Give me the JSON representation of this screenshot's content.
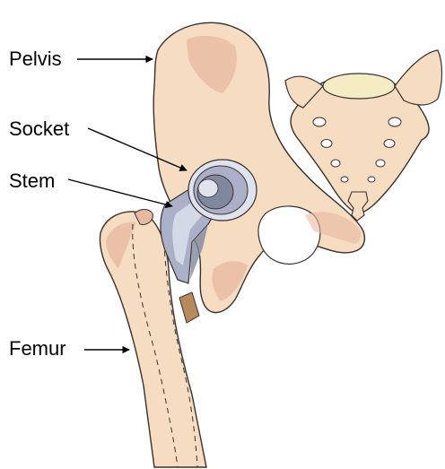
{
  "labels": {
    "pelvis": "Pelvis",
    "socket": "Socket",
    "stem": "Stem",
    "femur": "Femur"
  },
  "colors": {
    "bone": "#f6dcc0",
    "bone_shade": "#e7b9a0",
    "bone_outline": "#3a3030",
    "implant": "#a9b0c8",
    "implant_dark": "#7f889f",
    "implant_light": "#dfe3ee",
    "sacrum_top": "#f4ecc4",
    "marrow": "#b78a5d"
  },
  "icons": {
    "leader_arrows": "arrow-right",
    "illustration": "hip-replacement-illustration"
  }
}
